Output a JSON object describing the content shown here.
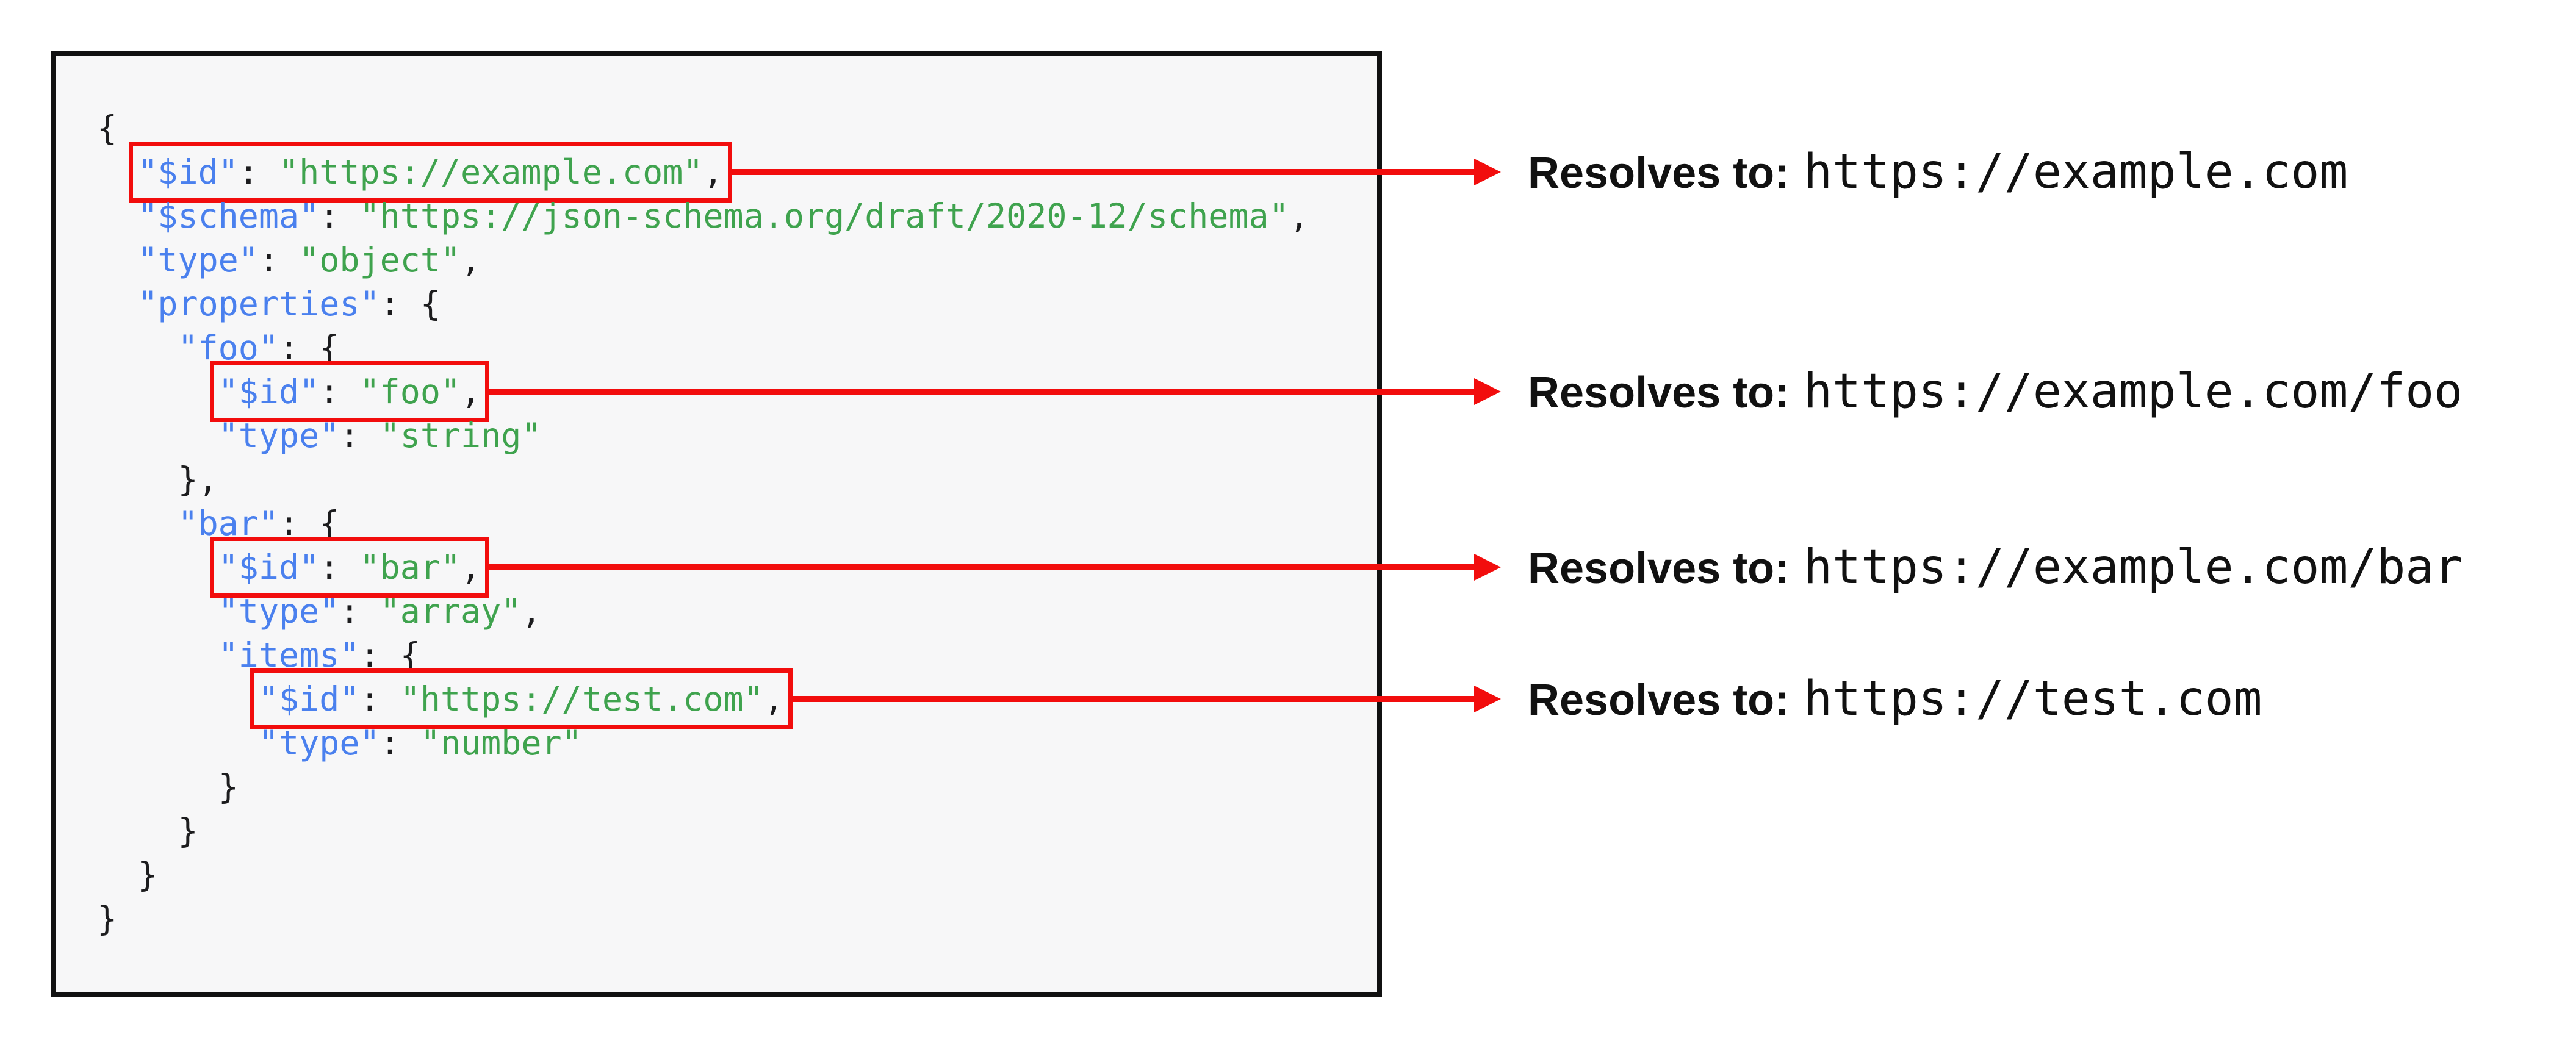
{
  "figure": {
    "description_role": "json-schema-id-resolution-diagram"
  },
  "code": {
    "lines": [
      {
        "indent": "",
        "boxed": false,
        "tokens": [
          {
            "c": "p",
            "v": "{"
          }
        ]
      },
      {
        "indent": "  ",
        "boxed": true,
        "tokens": [
          {
            "c": "k",
            "v": "\"$id\""
          },
          {
            "c": "p",
            "v": ": "
          },
          {
            "c": "s",
            "v": "\"https://example.com\""
          },
          {
            "c": "p",
            "v": ","
          }
        ]
      },
      {
        "indent": "  ",
        "boxed": false,
        "tokens": [
          {
            "c": "k",
            "v": "\"$schema\""
          },
          {
            "c": "p",
            "v": ": "
          },
          {
            "c": "s",
            "v": "\"https://json-schema.org/draft/2020-12/schema\""
          },
          {
            "c": "p",
            "v": ","
          }
        ]
      },
      {
        "indent": "  ",
        "boxed": false,
        "tokens": [
          {
            "c": "k",
            "v": "\"type\""
          },
          {
            "c": "p",
            "v": ": "
          },
          {
            "c": "s",
            "v": "\"object\""
          },
          {
            "c": "p",
            "v": ","
          }
        ]
      },
      {
        "indent": "  ",
        "boxed": false,
        "tokens": [
          {
            "c": "k",
            "v": "\"properties\""
          },
          {
            "c": "p",
            "v": ": {"
          }
        ]
      },
      {
        "indent": "    ",
        "boxed": false,
        "tokens": [
          {
            "c": "k",
            "v": "\"foo\""
          },
          {
            "c": "p",
            "v": ": {"
          }
        ]
      },
      {
        "indent": "      ",
        "boxed": true,
        "tokens": [
          {
            "c": "k",
            "v": "\"$id\""
          },
          {
            "c": "p",
            "v": ": "
          },
          {
            "c": "s",
            "v": "\"foo\""
          },
          {
            "c": "p",
            "v": ","
          }
        ]
      },
      {
        "indent": "      ",
        "boxed": false,
        "tokens": [
          {
            "c": "k",
            "v": "\"type\""
          },
          {
            "c": "p",
            "v": ": "
          },
          {
            "c": "s",
            "v": "\"string\""
          }
        ]
      },
      {
        "indent": "    ",
        "boxed": false,
        "tokens": [
          {
            "c": "p",
            "v": "},"
          }
        ]
      },
      {
        "indent": "    ",
        "boxed": false,
        "tokens": [
          {
            "c": "k",
            "v": "\"bar\""
          },
          {
            "c": "p",
            "v": ": {"
          }
        ]
      },
      {
        "indent": "      ",
        "boxed": true,
        "tokens": [
          {
            "c": "k",
            "v": "\"$id\""
          },
          {
            "c": "p",
            "v": ": "
          },
          {
            "c": "s",
            "v": "\"bar\""
          },
          {
            "c": "p",
            "v": ","
          }
        ]
      },
      {
        "indent": "      ",
        "boxed": false,
        "tokens": [
          {
            "c": "k",
            "v": "\"type\""
          },
          {
            "c": "p",
            "v": ": "
          },
          {
            "c": "s",
            "v": "\"array\""
          },
          {
            "c": "p",
            "v": ","
          }
        ]
      },
      {
        "indent": "      ",
        "boxed": false,
        "tokens": [
          {
            "c": "k",
            "v": "\"items\""
          },
          {
            "c": "p",
            "v": ": {"
          }
        ]
      },
      {
        "indent": "        ",
        "boxed": true,
        "tokens": [
          {
            "c": "k",
            "v": "\"$id\""
          },
          {
            "c": "p",
            "v": ": "
          },
          {
            "c": "s",
            "v": "\"https://test.com\""
          },
          {
            "c": "p",
            "v": ","
          }
        ]
      },
      {
        "indent": "        ",
        "boxed": false,
        "tokens": [
          {
            "c": "k",
            "v": "\"type\""
          },
          {
            "c": "p",
            "v": ": "
          },
          {
            "c": "s",
            "v": "\"number\""
          }
        ]
      },
      {
        "indent": "      ",
        "boxed": false,
        "tokens": [
          {
            "c": "p",
            "v": "}"
          }
        ]
      },
      {
        "indent": "    ",
        "boxed": false,
        "tokens": [
          {
            "c": "p",
            "v": "}"
          }
        ]
      },
      {
        "indent": "  ",
        "boxed": false,
        "tokens": [
          {
            "c": "p",
            "v": "}"
          }
        ]
      },
      {
        "indent": "",
        "boxed": false,
        "tokens": [
          {
            "c": "p",
            "v": "}"
          }
        ]
      }
    ]
  },
  "annotations": [
    {
      "label": "Resolves to:",
      "value": "https://example.com"
    },
    {
      "label": "Resolves to:",
      "value": "https://example.com/foo"
    },
    {
      "label": "Resolves to:",
      "value": "https://example.com/bar"
    },
    {
      "label": "Resolves to:",
      "value": "https://test.com"
    }
  ],
  "colors": {
    "key_blue": "#4a80ee",
    "string_green": "#3fa34e",
    "punctuation_ink": "#1c1c1e",
    "highlight_red": "#f20d0d",
    "panel_border": "#111111",
    "panel_background": "#f7f7f8",
    "annotation_text": "#111111",
    "page_background": "#ffffff"
  }
}
